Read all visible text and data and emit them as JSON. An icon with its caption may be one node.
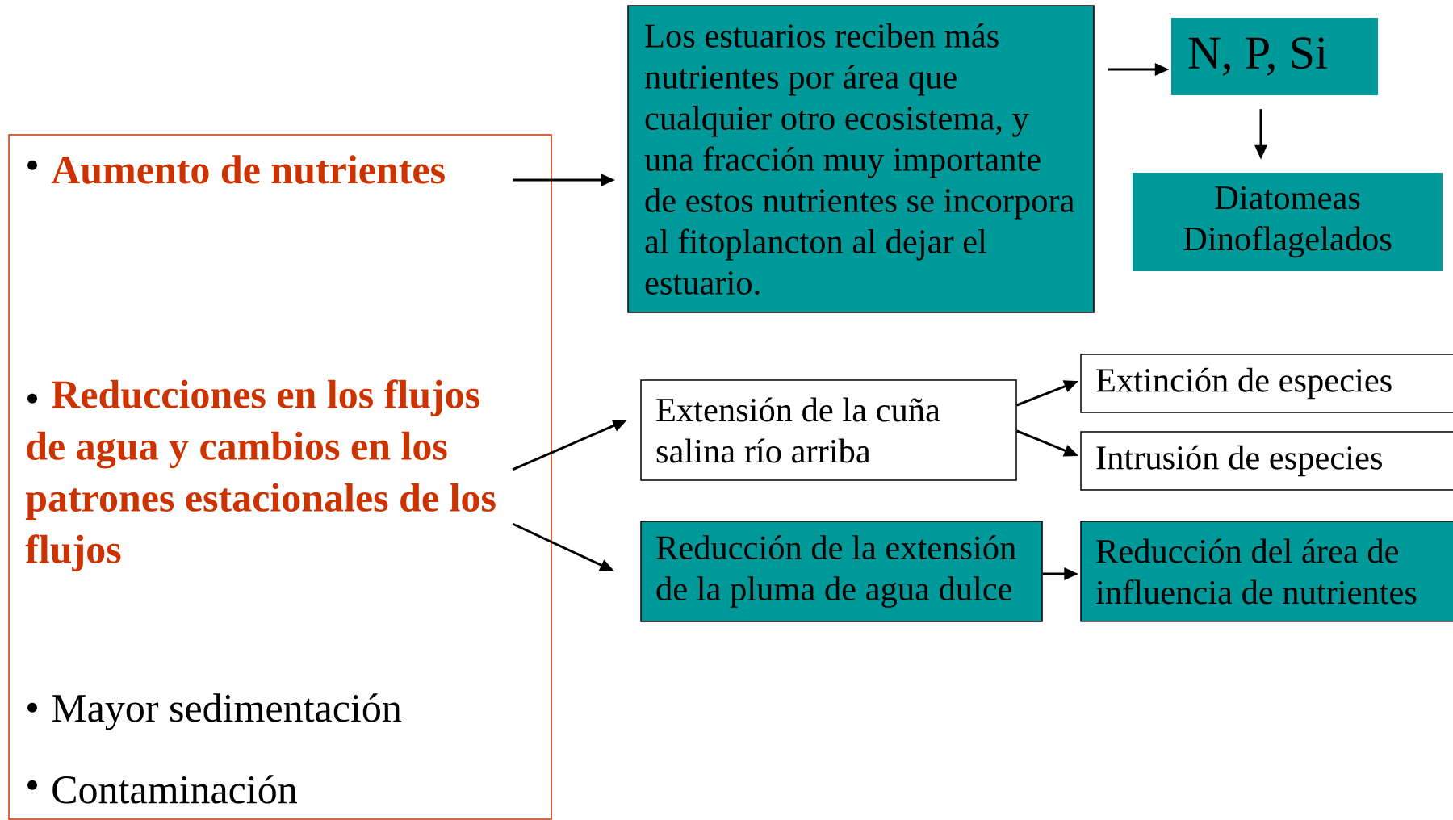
{
  "diagram": {
    "nodes": [
      {
        "text": [],
        "shape": "box"
      },
      {
        "text": [
          "Aumento de nutrientes"
        ],
        "in": 0,
        "beside": [
          "•"
        ]
      },
      {
        "text": [
          "Reducciones en los flujos de agua y cambios en los patrones estacionales de los flujos"
        ],
        "in": 0,
        "beside": [
          "•"
        ]
      },
      {
        "text": [
          "Mayor sedimentación"
        ],
        "in": 0,
        "beside": [
          "•"
        ]
      },
      {
        "text": [
          "Contaminación"
        ],
        "in": 0,
        "beside": [
          "•"
        ]
      },
      {
        "text": [
          "Los estuarios reciben más nutrientes por área que cualquier otro ecosistema, y una fracción muy importante de estos nutrientes se incorpora al fitoplancton al dejar el estuario."
        ]
      },
      {
        "text": [
          "N, P, Si"
        ]
      },
      {
        "text": [
          "Diatomeas Dinoflagelados"
        ]
      },
      {
        "text": [
          "Extensión de la cuña salina río arriba"
        ]
      },
      {
        "text": [
          "Extinción de especies"
        ]
      },
      {
        "text": [
          "Intrusión de especies"
        ]
      },
      {
        "text": [
          "Reducción de la extensión de la pluma de agua dulce"
        ]
      },
      {
        "text": [
          "Reducción del área de influencia de nutrientes"
        ]
      }
    ],
    "edges": [
      {
        "from": 1,
        "to": 5,
        "arrow": "to"
      },
      {
        "from": 5,
        "to": 6,
        "arrow": "to"
      },
      {
        "from": 6,
        "to": 7,
        "arrow": "to"
      },
      {
        "from": 2,
        "to": 8,
        "arrow": "to"
      },
      {
        "from": 2,
        "to": 11,
        "arrow": "to"
      },
      {
        "from": 8,
        "to": 9,
        "arrow": "to"
      },
      {
        "from": 8,
        "to": 10,
        "arrow": "to"
      },
      {
        "from": 11,
        "to": 12,
        "arrow": "to"
      }
    ]
  }
}
